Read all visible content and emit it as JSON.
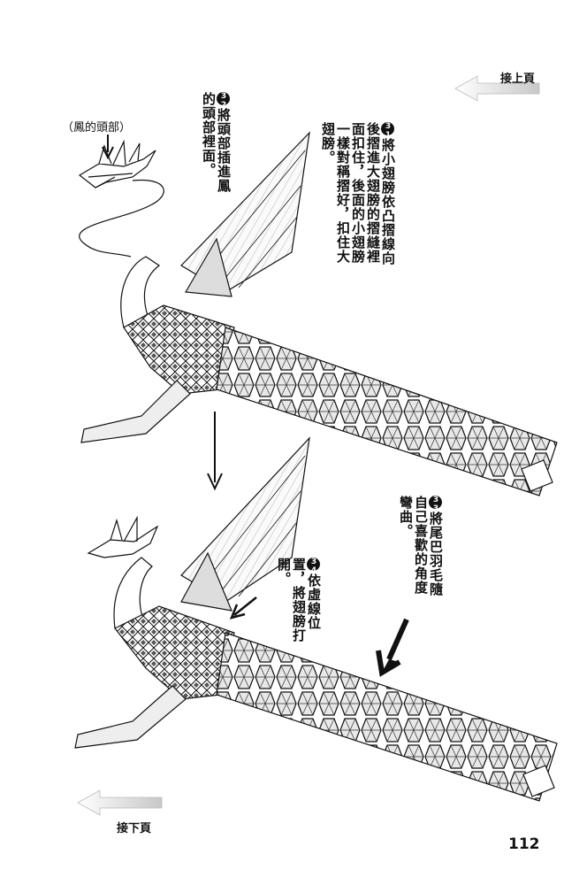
{
  "nav": {
    "continued_from_label": "接上頁",
    "continued_next_label": "接下頁"
  },
  "labels": {
    "head_caption": "（鳳的頭部）"
  },
  "steps": [
    {
      "number": "32",
      "text": "將頭部插進鳳的頭部裡面。"
    },
    {
      "number": "31",
      "text": "將小翅膀依凸摺線向後摺進大翅膀的摺縫裡面扣住，後面的小翅膀一樣對稱摺好，扣住大翅膀。"
    },
    {
      "number": "33",
      "text": "將尾巴羽毛隨自己喜歡的角度彎曲。"
    },
    {
      "number": "34",
      "text": "依虛線位置，將翅膀打開。"
    }
  ],
  "page_number": "112",
  "colors": {
    "ink": "#111111",
    "arrow_gray": "#d6d6d6"
  }
}
